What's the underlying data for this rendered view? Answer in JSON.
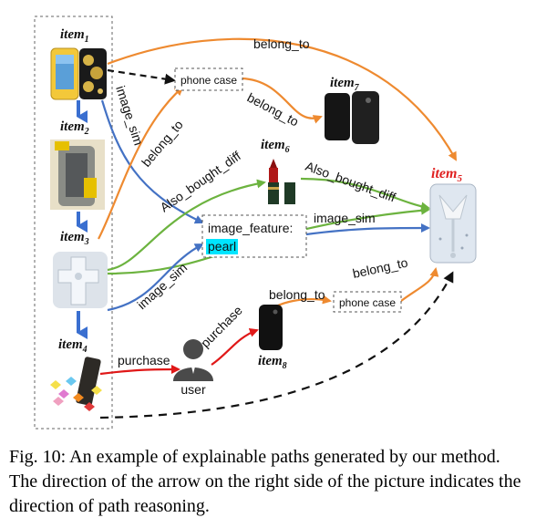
{
  "items": {
    "item1": {
      "base": "item",
      "sub": "1"
    },
    "item2": {
      "base": "item",
      "sub": "2"
    },
    "item3": {
      "base": "item",
      "sub": "3"
    },
    "item4": {
      "base": "item",
      "sub": "4"
    },
    "item5": {
      "base": "item",
      "sub": "5"
    },
    "item6": {
      "base": "item",
      "sub": "6"
    },
    "item7": {
      "base": "item",
      "sub": "7"
    },
    "item8": {
      "base": "item",
      "sub": "8"
    }
  },
  "nodes": {
    "phone_case_top": "phone case",
    "phone_case_bottom": "phone case",
    "image_feature_label": "image_feature:",
    "image_feature_value": "pearl",
    "user": "user"
  },
  "edges": {
    "belong_to_top": "belong_to",
    "image_sim_left": "image_sim",
    "belong_to_item7": "belong_to",
    "belong_to_item3": "belong_to",
    "also_bought_left": "Also_bought_diff",
    "also_bought_right": "Also_bought_diff",
    "image_sim_right": "image_sim",
    "image_sim_bottom": "image_sim",
    "belong_to_item8": "belong_to",
    "belong_to_case": "belong_to",
    "purchase_left": "purchase",
    "purchase_right": "purchase"
  },
  "caption": "Fig. 10: An example of explainable paths generated by our method. The direction of the arrow on the right side of the picture indicates the direction of path reasoning.",
  "colors": {
    "orange": "#ee8a30",
    "blue": "#4472c4",
    "green": "#6cb33f",
    "red": "#e01818",
    "black": "#111111",
    "highlight": "#00e5ff",
    "item5_red": "#e02020"
  }
}
